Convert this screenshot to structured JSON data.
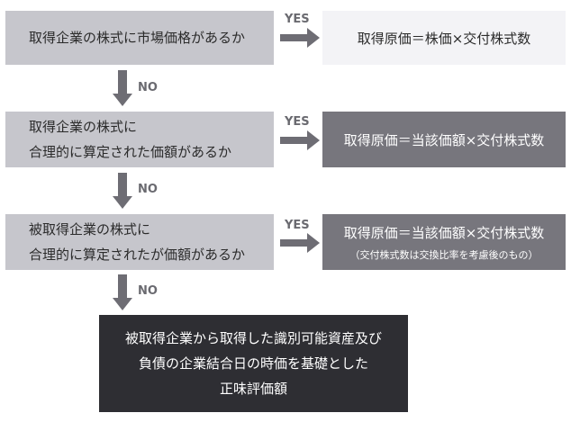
{
  "steps": [
    {
      "question": [
        "取得企業の株式に市場価格があるか"
      ],
      "yes_label": "YES",
      "result": [
        "取得原価＝株価×交付株式数"
      ],
      "no_label": "NO"
    },
    {
      "question": [
        "取得企業の株式に",
        "合理的に算定された価額があるか"
      ],
      "yes_label": "YES",
      "result": [
        "取得原価＝当該価額×交付株式数"
      ],
      "no_label": "NO"
    },
    {
      "question": [
        "被取得企業の株式に",
        "合理的に算定されたが価額があるか"
      ],
      "yes_label": "YES",
      "result": [
        "取得原価＝当該価額×交付株式数"
      ],
      "result_note": "（交付株式数は交換比率を考慮後のもの）",
      "no_label": "NO"
    }
  ],
  "final": [
    "被取得企業から取得した識別可能資産及び",
    "負債の企業結合日の時価を基礎とした",
    "正味評価額"
  ],
  "colors": {
    "question_box": "#c6c6cc",
    "result_light": "#f3f3f6",
    "result_dark": "#77767d",
    "final_box": "#2e2e33",
    "arrow": "#6e6d74"
  }
}
